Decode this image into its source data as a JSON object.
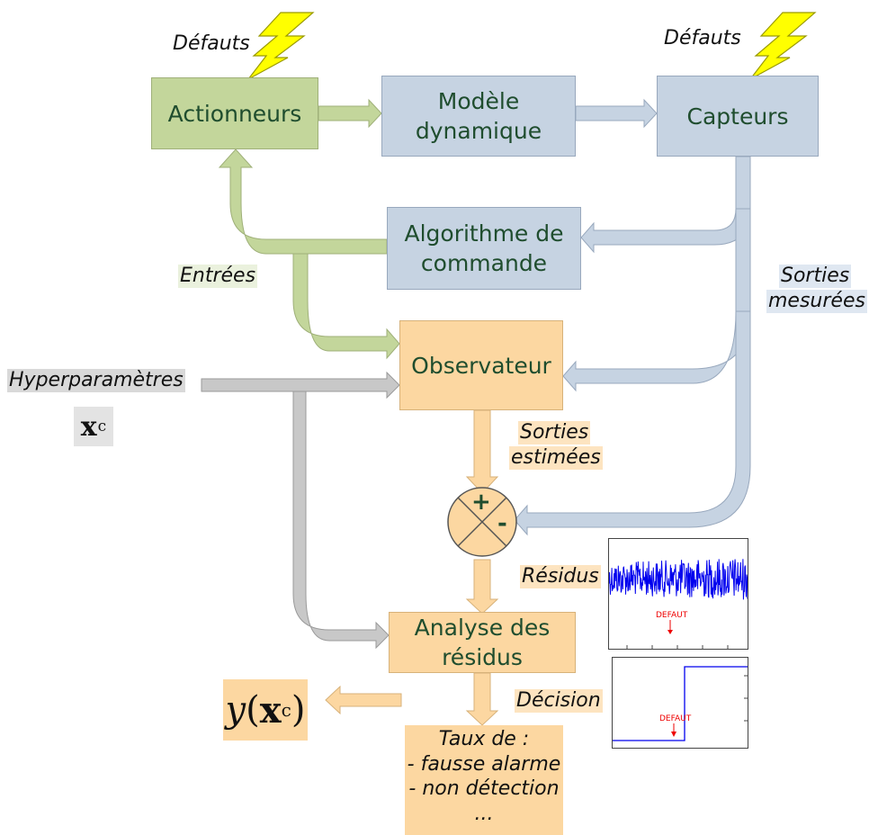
{
  "boxes": {
    "actionneurs": "Actionneurs",
    "modele_line1": "Modèle",
    "modele_line2": "dynamique",
    "capteurs": "Capteurs",
    "algo_line1": "Algorithme de",
    "algo_line2": "commande",
    "observateur": "Observateur",
    "analyse_line1": "Analyse des",
    "analyse_line2": "résidus"
  },
  "labels": {
    "defauts_left": "Défauts",
    "defauts_right": "Défauts",
    "entrees": "Entrées",
    "sorties_mesurees_line1": "Sorties",
    "sorties_mesurees_line2": "mesurées",
    "hyperparametres": "Hyperparamètres",
    "sorties_estimees_line1": "Sorties",
    "sorties_estimees_line2": "estimées",
    "residus": "Résidus",
    "decision": "Décision",
    "plus": "+",
    "minus": "-"
  },
  "math": {
    "x_symbol": "x",
    "c_subscript": "c",
    "y_symbol": "y"
  },
  "taux": {
    "line1": "Taux de :",
    "line2": "- fausse alarme",
    "line3": "- non détection",
    "line4": "..."
  },
  "plots": {
    "residus_marker": "DEFAUT",
    "decision_marker": "DEFAUT"
  },
  "colors": {
    "green_box": "#c3d69b",
    "blue_box": "#c6d3e2",
    "orange_box": "#fcd7a1",
    "gray_arrow": "#c8c8c8",
    "lightning": "#ffff00",
    "signal": "#0000ee",
    "marker": "#ee0000"
  },
  "icons": [
    "lightning-bolt-icon",
    "summing-junction-icon"
  ]
}
